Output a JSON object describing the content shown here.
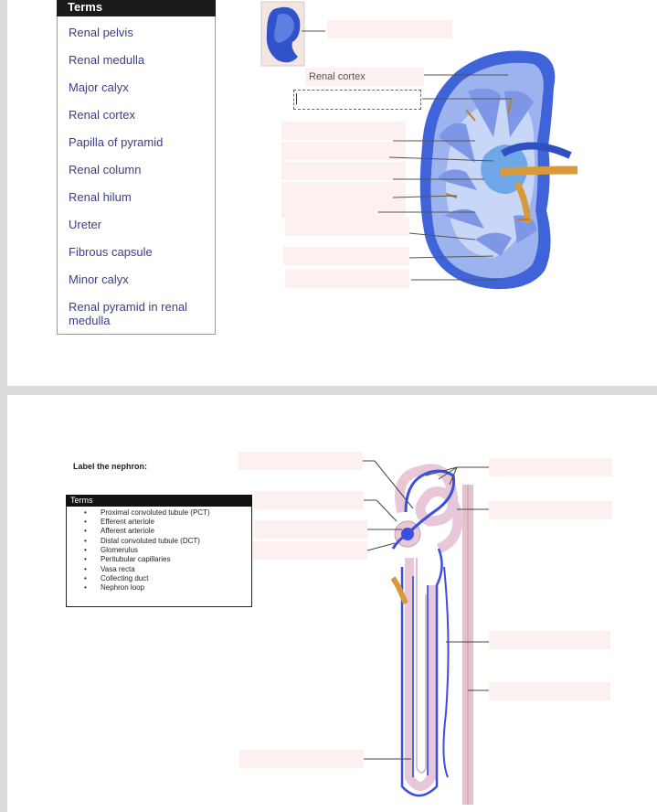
{
  "kidney_section": {
    "terms_header": "Terms",
    "terms": [
      "Renal pelvis",
      "Renal medulla",
      "Major calyx",
      "Renal cortex",
      "Papilla of pyramid",
      "Renal column",
      "Renal hilum",
      "Ureter",
      "Fibrous capsule",
      "Minor calyx",
      "Renal pyramid in renal medulla"
    ],
    "placed_label": "Renal cortex"
  },
  "nephron_section": {
    "title": "Label the nephron:",
    "terms_header": "Terms",
    "bullet": "•",
    "terms": [
      "Proximal convoluted tubule (PCT)",
      "Efferent arteriole",
      "Afferent arteriole",
      "Distal convoluted tubule (DCT)",
      "Glomerulus",
      "Peritubular capillaries",
      "Vasa recta",
      "Collecting duct",
      "Nephron loop"
    ]
  },
  "colors": {
    "label_box": "#fdf1ef",
    "kidney_blue": "#5b7fe0",
    "kidney_dark": "#2f4fc4",
    "vessel_blue": "#3a4fe0",
    "tubule_pink": "#e8c8d8",
    "ureter_orange": "#d69a3a"
  }
}
